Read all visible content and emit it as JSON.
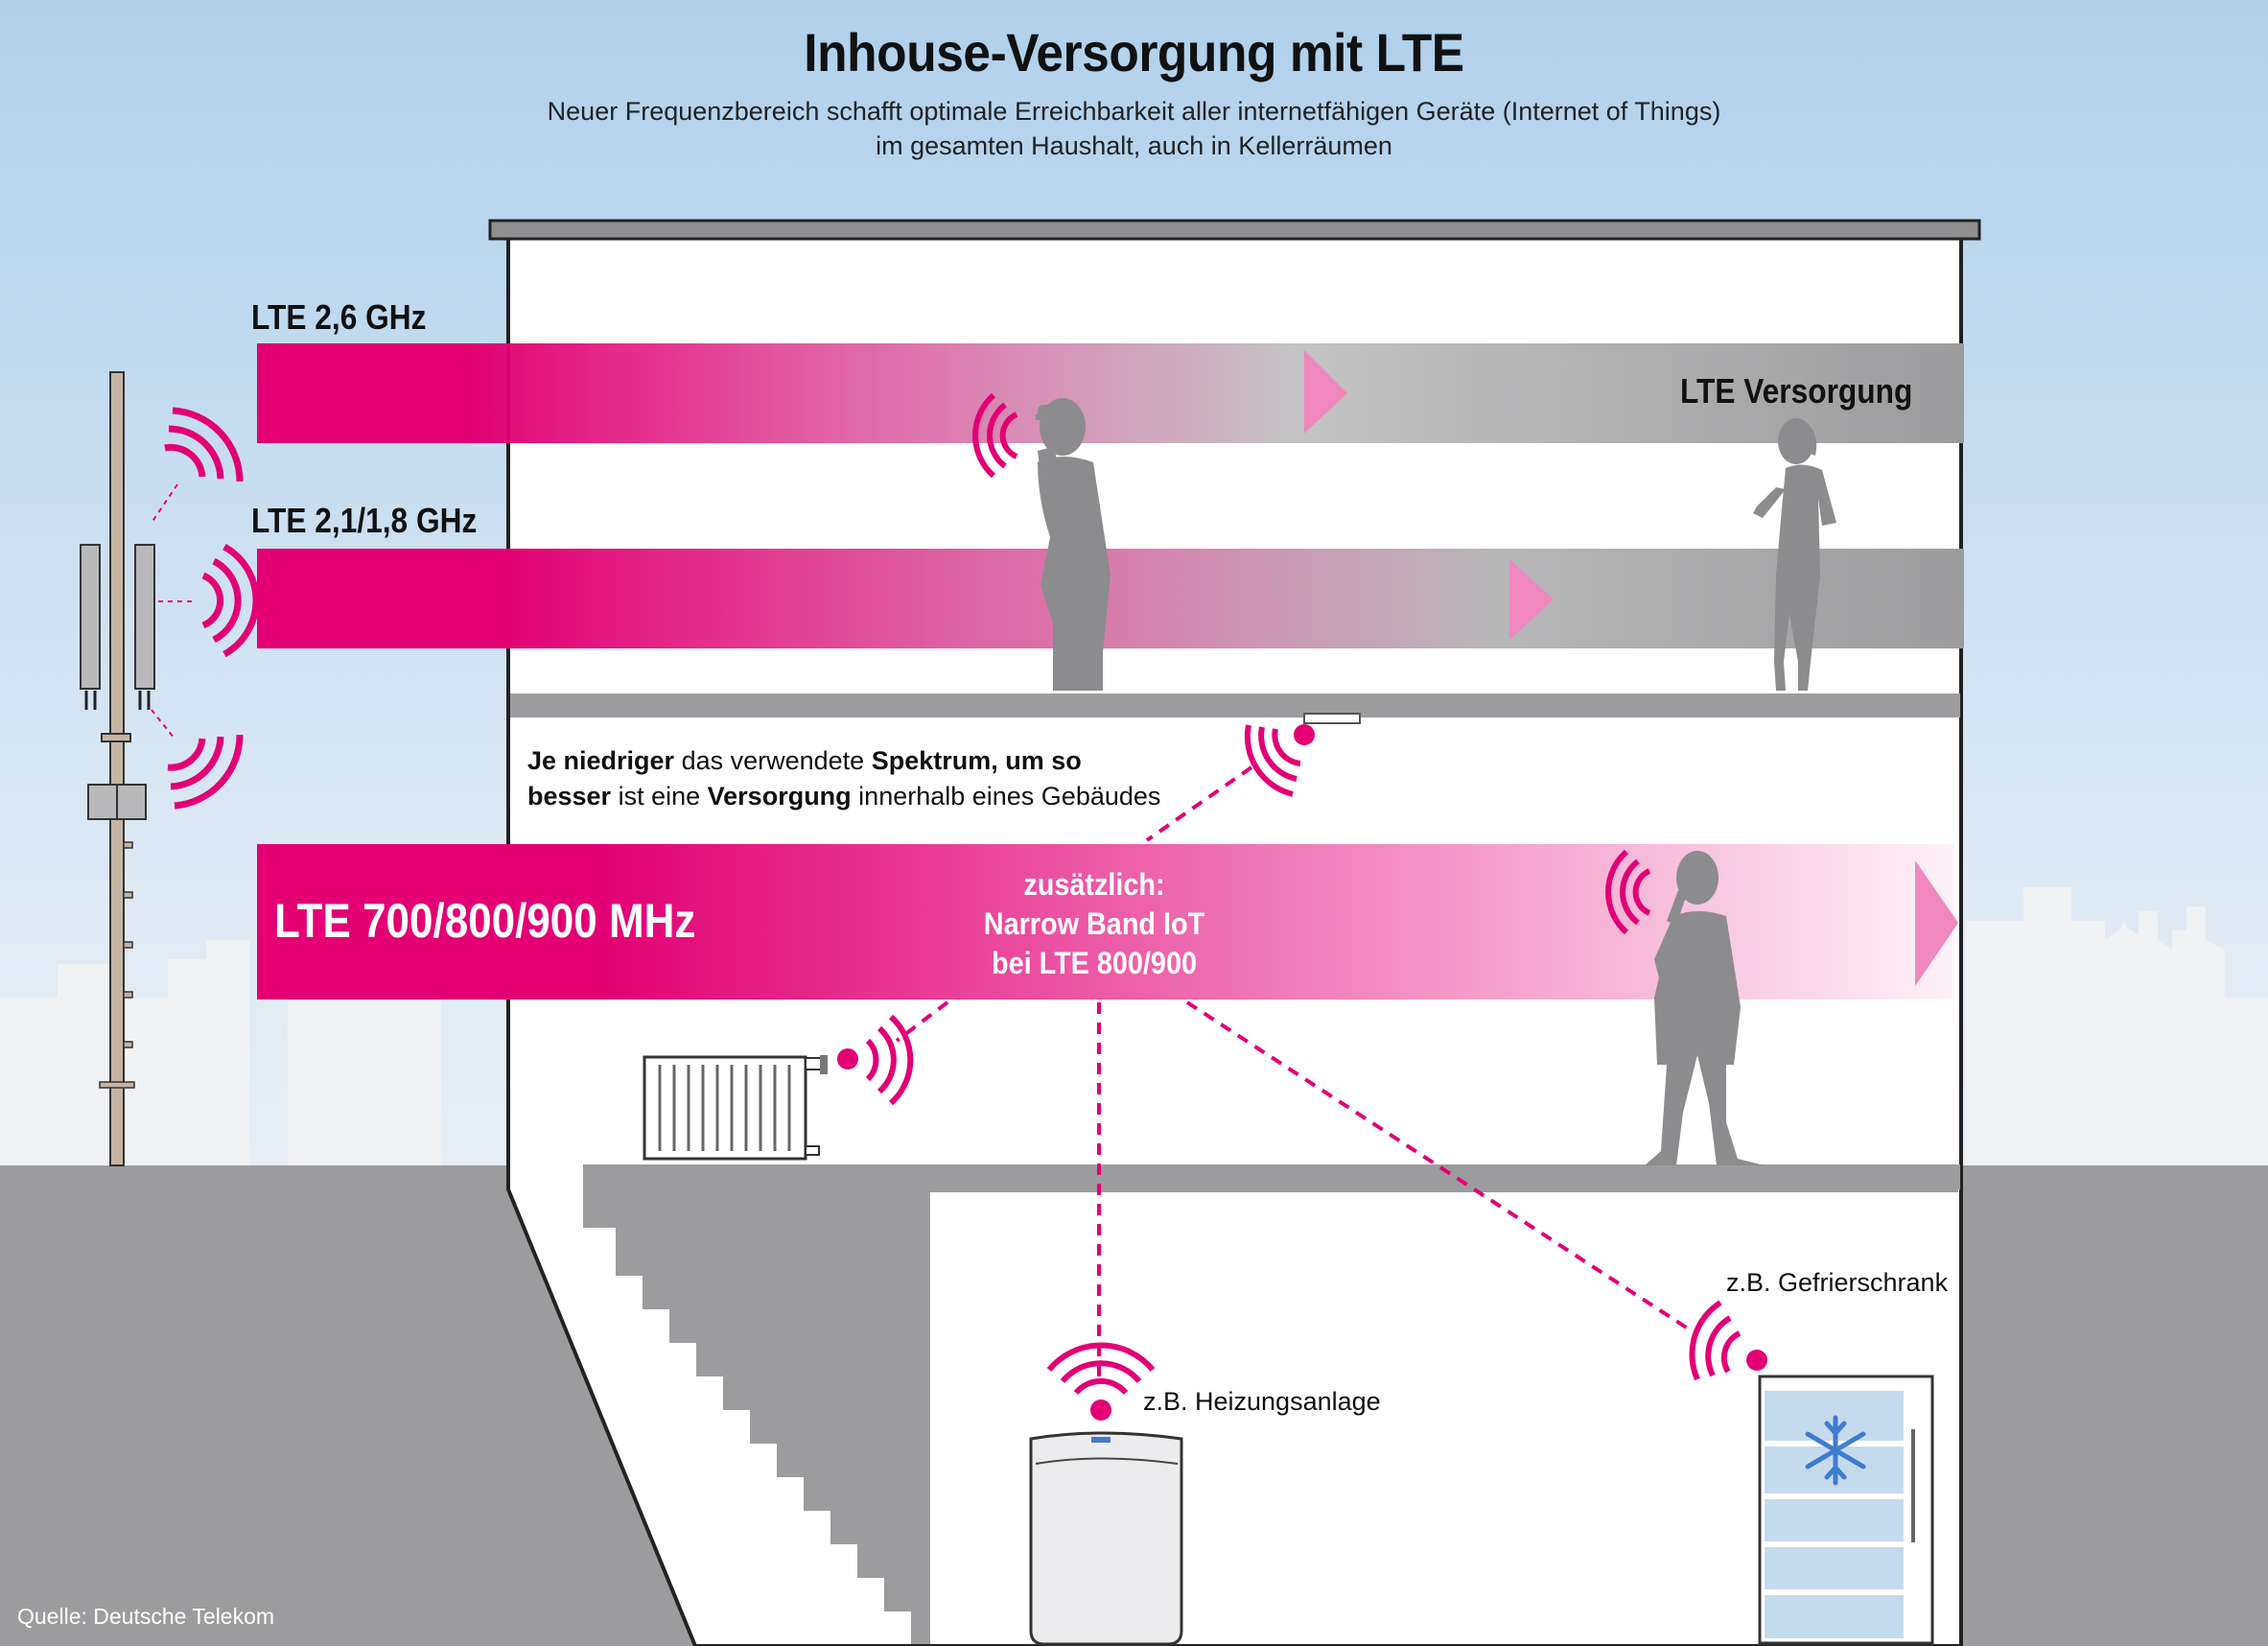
{
  "title": "Inhouse-Versorgung mit LTE",
  "subtitle_line1": "Neuer Frequenzbereich schafft optimale Erreichbarkeit aller internetfähigen Geräte (Internet of Things)",
  "subtitle_line2": "im gesamten Haushalt, auch in Kellerräumen",
  "bands": {
    "lte26": "LTE 2,6 GHz",
    "lte2118": "LTE 2,1/1,8 GHz",
    "lte700": "LTE 700/800/900 MHz"
  },
  "coverage_label": "LTE Versorgung",
  "narrowband": {
    "line1": "zusätzlich:",
    "line2": "Narrow Band IoT",
    "line3": "bei LTE 800/900"
  },
  "info": {
    "w1": "Je niedriger",
    "w2": " das verwendete ",
    "w3": "Spektrum",
    "w4": ", um so",
    "w5": "besser",
    "w6": " ist eine ",
    "w7": "Versorgung",
    "w8": " innerhalb eines Gebäudes"
  },
  "devices": {
    "heating": "z.B. Heizungsanlage",
    "freezer": "z.B. Gefrierschrank"
  },
  "source": "Quelle: Deutsche Telekom",
  "colors": {
    "magenta": "#e20074",
    "wall_gray": "#9b9b9d",
    "person_gray": "#8c8c8e",
    "sky_top": "#b5d3ea"
  }
}
